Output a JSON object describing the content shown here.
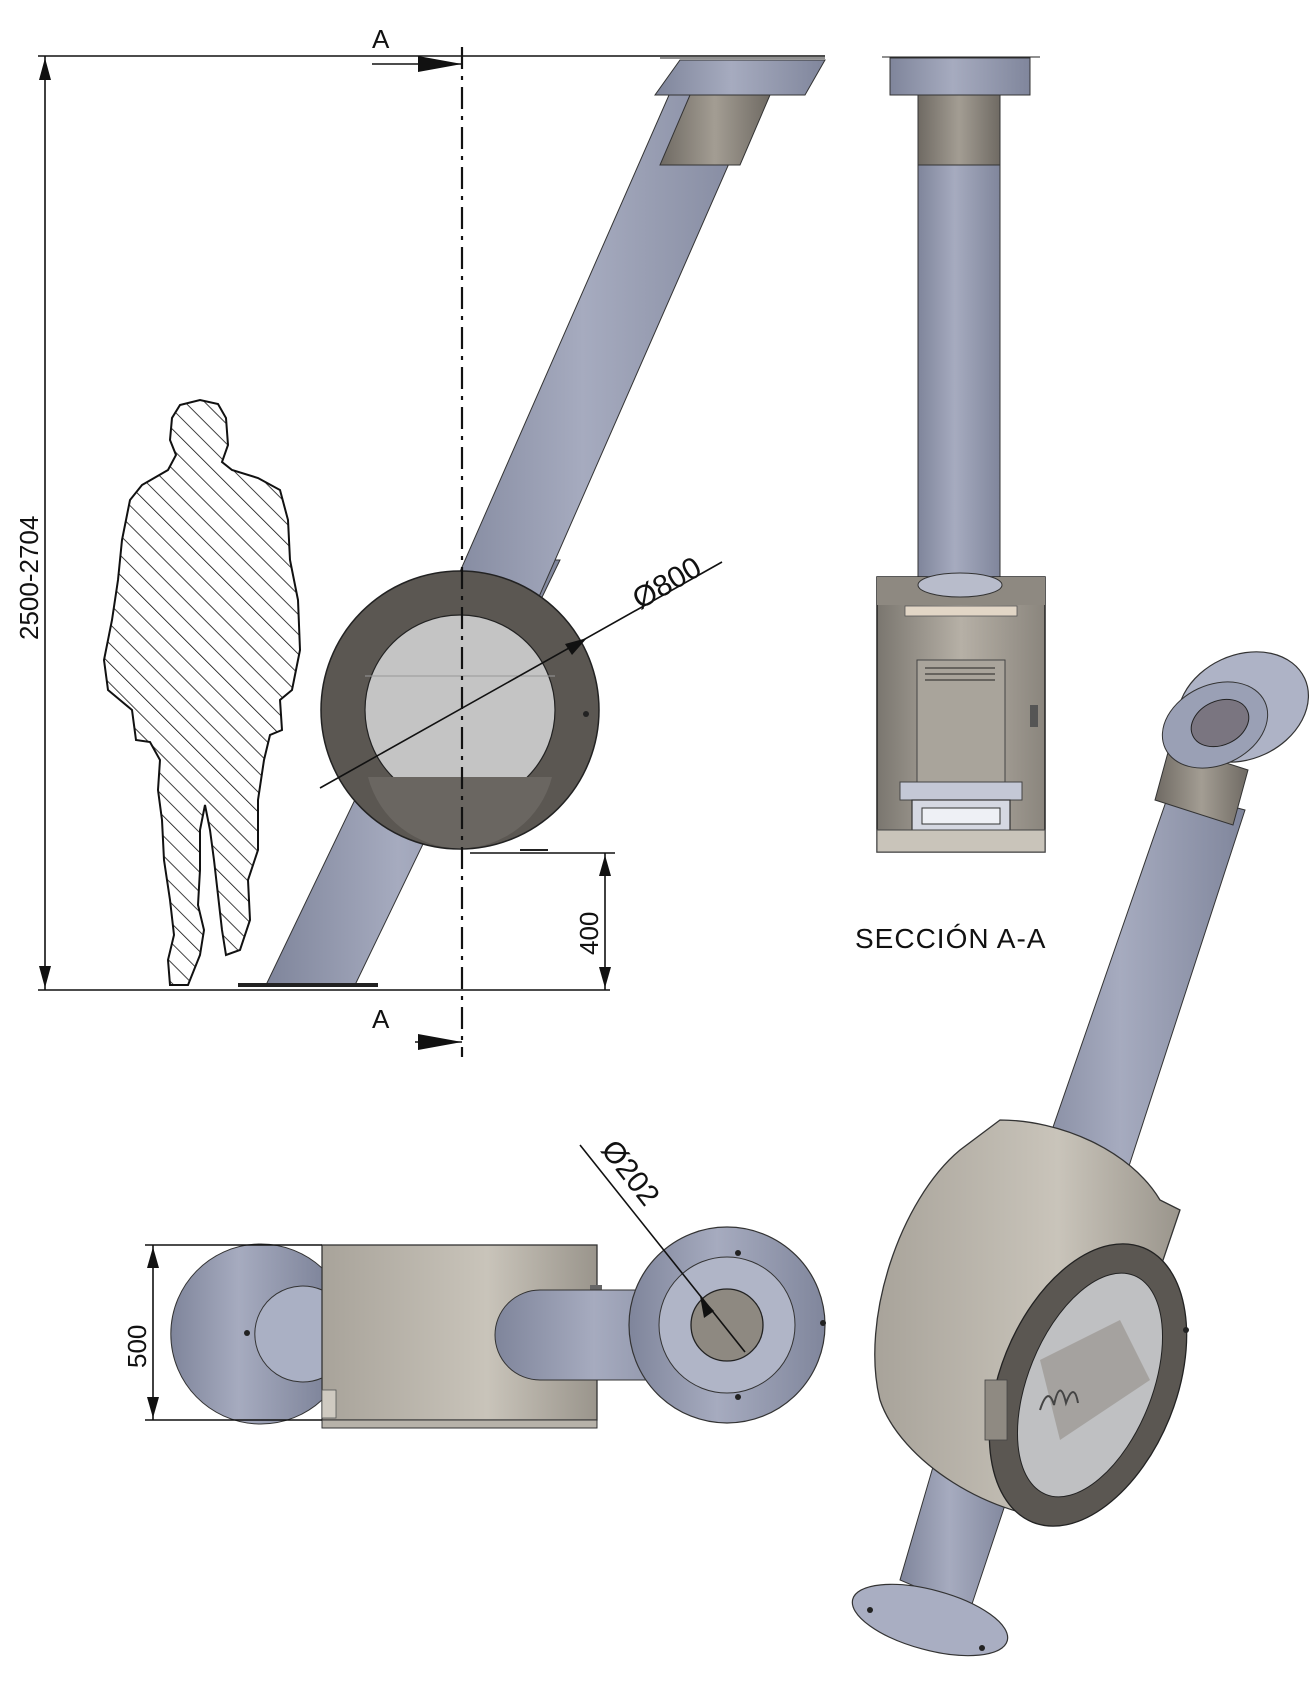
{
  "labels": {
    "section_marker_top": "A",
    "section_marker_bottom": "A",
    "height_dim": "2500-2704",
    "diameter_body": "Ø800",
    "floor_clearance": "400",
    "section_title": "SECCIÓN A-A",
    "diameter_flue": "Ø202",
    "depth_dim": "500"
  },
  "colors": {
    "pipe": "#9197ad",
    "pipe_dark": "#7d8298",
    "collar": "#8b857c",
    "body": "#5b5752",
    "glass": "#c4c4c4",
    "line": "#111111"
  }
}
